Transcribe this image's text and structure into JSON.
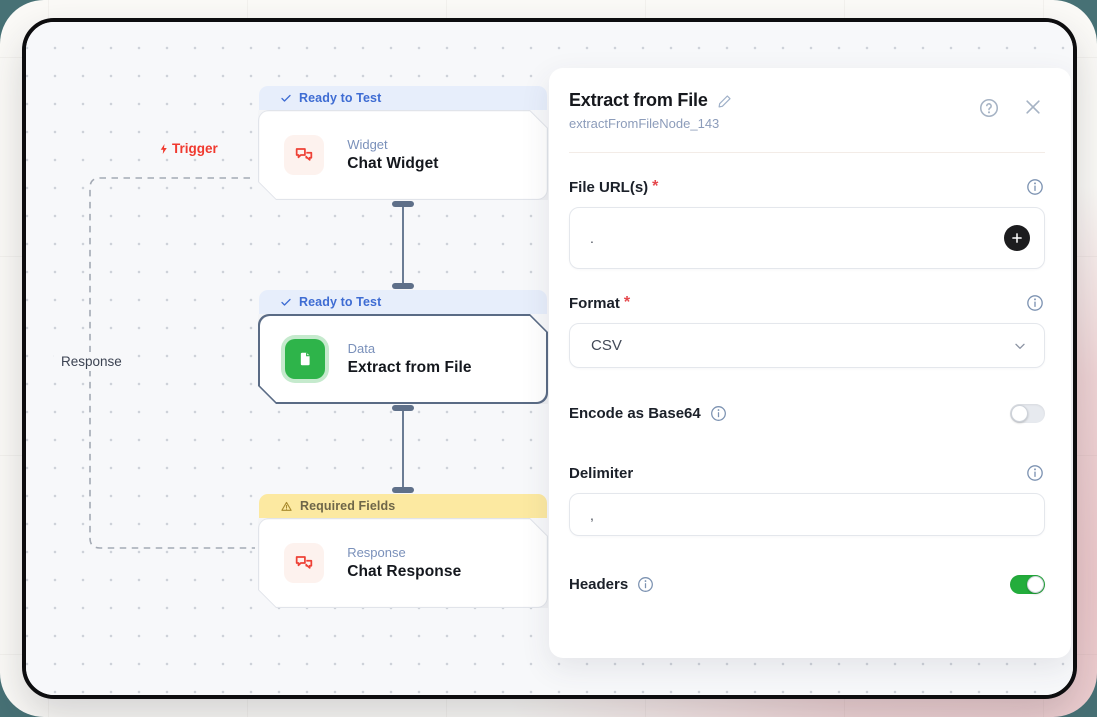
{
  "canvas": {
    "trigger_label": "Trigger",
    "response_label": "Response",
    "nodes": [
      {
        "badge": "Ready to Test",
        "category": "Widget",
        "title": "Chat Widget"
      },
      {
        "badge": "Ready to Test",
        "category": "Data",
        "title": "Extract from File"
      },
      {
        "badge": "Required Fields",
        "category": "Response",
        "title": "Chat Response"
      }
    ]
  },
  "panel": {
    "title": "Extract from File",
    "subtitle": "extractFromFileNode_143",
    "required_mark": "*",
    "file_urls": {
      "label": "File URL(s)",
      "value": "."
    },
    "format": {
      "label": "Format",
      "value": "CSV"
    },
    "encode": {
      "label": "Encode as Base64",
      "enabled": false
    },
    "delimiter": {
      "label": "Delimiter",
      "value": ","
    },
    "headers": {
      "label": "Headers",
      "enabled": true
    }
  },
  "colors": {
    "accent_red": "#ee4136",
    "accent_green": "#2eb44a",
    "ready_badge_bg": "#e7eefb",
    "ready_badge_text": "#3e6cd3",
    "warning_badge_bg": "#fce9a1",
    "warning_badge_text": "#6e6649",
    "toggle_on_green": "#23ad3c",
    "backdrop_pink": "#ecc7ca",
    "backdrop_teal": "#477175",
    "connector_slate": "#5f7089"
  }
}
